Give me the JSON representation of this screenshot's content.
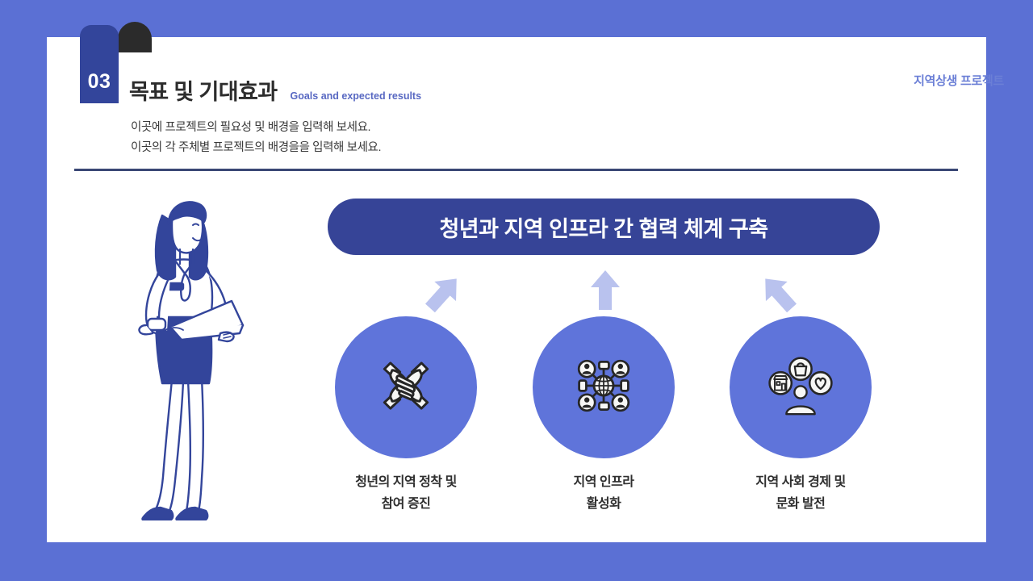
{
  "slide": {
    "section_number": "03",
    "title": "목표 및 기대효과",
    "subtitle_en": "Goals and expected results",
    "brand": "지역상생 프로젝트",
    "description": [
      "이곳에 프로젝트의 필요성 및 배경을 입력해 보세요.",
      "이곳의 각 주체별 프로젝트의 배경을을 입력해 보세요."
    ],
    "banner_text": "청년과 지역 인프라 간 협력 체계 구축"
  },
  "pillars": [
    {
      "icon": "four-hands-together-icon",
      "label_line1": "청년의 지역 정착 및",
      "label_line2": "참여 증진",
      "arrow": "arrow-up-right-icon"
    },
    {
      "icon": "network-globe-people-icon",
      "label_line1": "지역 인프라",
      "label_line2": "활성화",
      "arrow": "arrow-up-icon"
    },
    {
      "icon": "person-community-commerce-icon",
      "label_line1": "지역 사회 경제 및",
      "label_line2": "문화 발전",
      "arrow": "arrow-up-left-icon"
    }
  ],
  "illustration": {
    "name": "woman-with-laptop-illustration"
  },
  "colors": {
    "background": "#5b70d4",
    "card": "#ffffff",
    "badge_navy": "#33459b",
    "banner_navy": "#364497",
    "circle_blue": "#5f74da",
    "arrow_blue": "#b9c2ee",
    "divider_navy": "#3a4775",
    "brand_blue": "#6b7fd6",
    "subtitle_blue": "#5868c2",
    "dark_tab": "#2b2b2b",
    "text_dark": "#2c2c2c"
  }
}
